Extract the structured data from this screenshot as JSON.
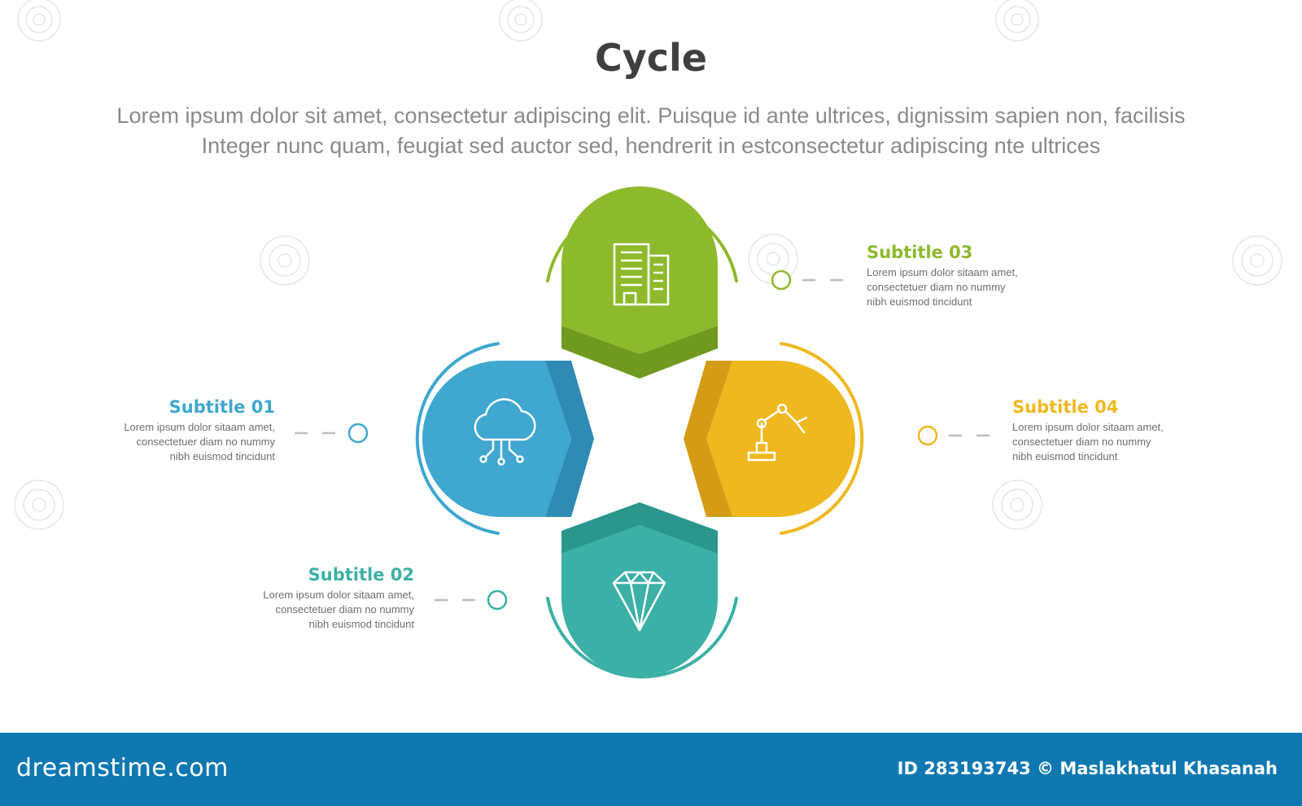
{
  "header": {
    "title": "Cycle",
    "desc_line1": "Lorem ipsum dolor sit amet, consectetur adipiscing elit. Puisque id ante ultrices, dignissim sapien non, facilisis",
    "desc_line2": "Integer nunc quam, feugiat sed auctor sed, hendrerit in estconsectetur adipiscing nte ultrices"
  },
  "items": [
    {
      "subtitle": "Subtitle 01",
      "line1": "Lorem ipsum dolor sitaam amet,",
      "line2": "consectetuer diam no nummy",
      "line3": "nibh euismod tincidunt",
      "color": "#3fa7d0",
      "icon": "cloud-network-icon"
    },
    {
      "subtitle": "Subtitle 02",
      "line1": "Lorem ipsum dolor sitaam amet,",
      "line2": "consectetuer diam no nummy",
      "line3": "nibh euismod tincidunt",
      "color": "#3bb0a6",
      "icon": "diamond-icon"
    },
    {
      "subtitle": "Subtitle 03",
      "line1": "Lorem ipsum dolor sitaam amet,",
      "line2": "consectetuer diam no nummy",
      "line3": "nibh euismod tincidunt",
      "color": "#8dba2c",
      "icon": "building-icon"
    },
    {
      "subtitle": "Subtitle 04",
      "line1": "Lorem ipsum dolor sitaam amet,",
      "line2": "consectetuer diam no nummy",
      "line3": "nibh euismod tincidunt",
      "color": "#f0b81f",
      "icon": "robot-arm-icon"
    }
  ],
  "footer": {
    "brand": "dreamstime.com",
    "credit": "ID 283193743 © Maslakhatul Khasanah"
  },
  "colors": {
    "footer_bg": "#0f78b1",
    "title": "#3f3f3f",
    "text": "#6e6e6e"
  }
}
